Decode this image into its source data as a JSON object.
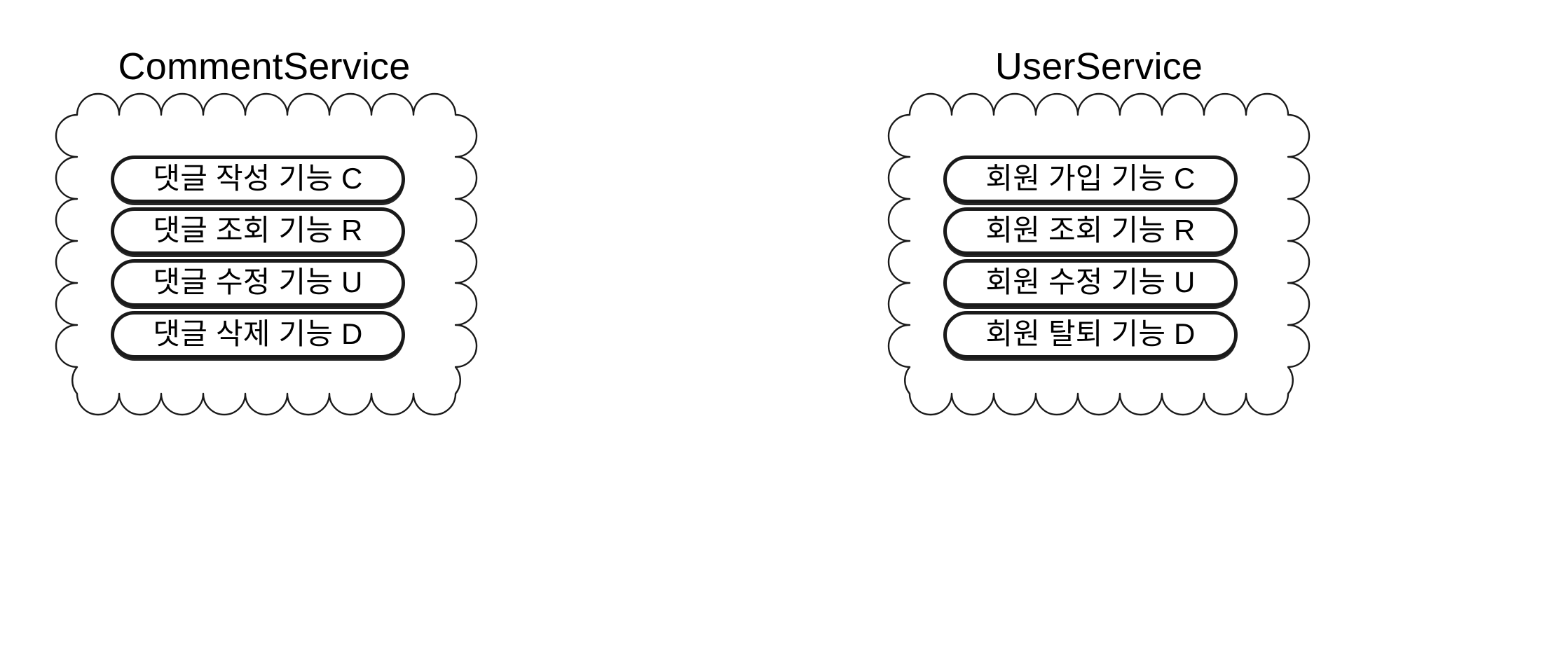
{
  "diagram": {
    "type": "service-component-diagram",
    "background_color": "#ffffff",
    "stroke_color": "#1a1a1a",
    "text_color": "#000000",
    "groups": [
      {
        "id": "comment-service",
        "title": "CommentService",
        "boundary_style": "scalloped-cloud",
        "features": [
          {
            "label": "댓글 작성 기능 C",
            "operation": "C"
          },
          {
            "label": "댓글 조회 기능 R",
            "operation": "R"
          },
          {
            "label": "댓글 수정 기능 U",
            "operation": "U"
          },
          {
            "label": "댓글 삭제 기능 D",
            "operation": "D"
          }
        ]
      },
      {
        "id": "user-service",
        "title": "UserService",
        "boundary_style": "scalloped-cloud",
        "features": [
          {
            "label": "회원 가입 기능 C",
            "operation": "C"
          },
          {
            "label": "회원 조회 기능 R",
            "operation": "R"
          },
          {
            "label": "회원 수정 기능 U",
            "operation": "U"
          },
          {
            "label": "회원 탈퇴 기능 D",
            "operation": "D"
          }
        ]
      }
    ]
  }
}
